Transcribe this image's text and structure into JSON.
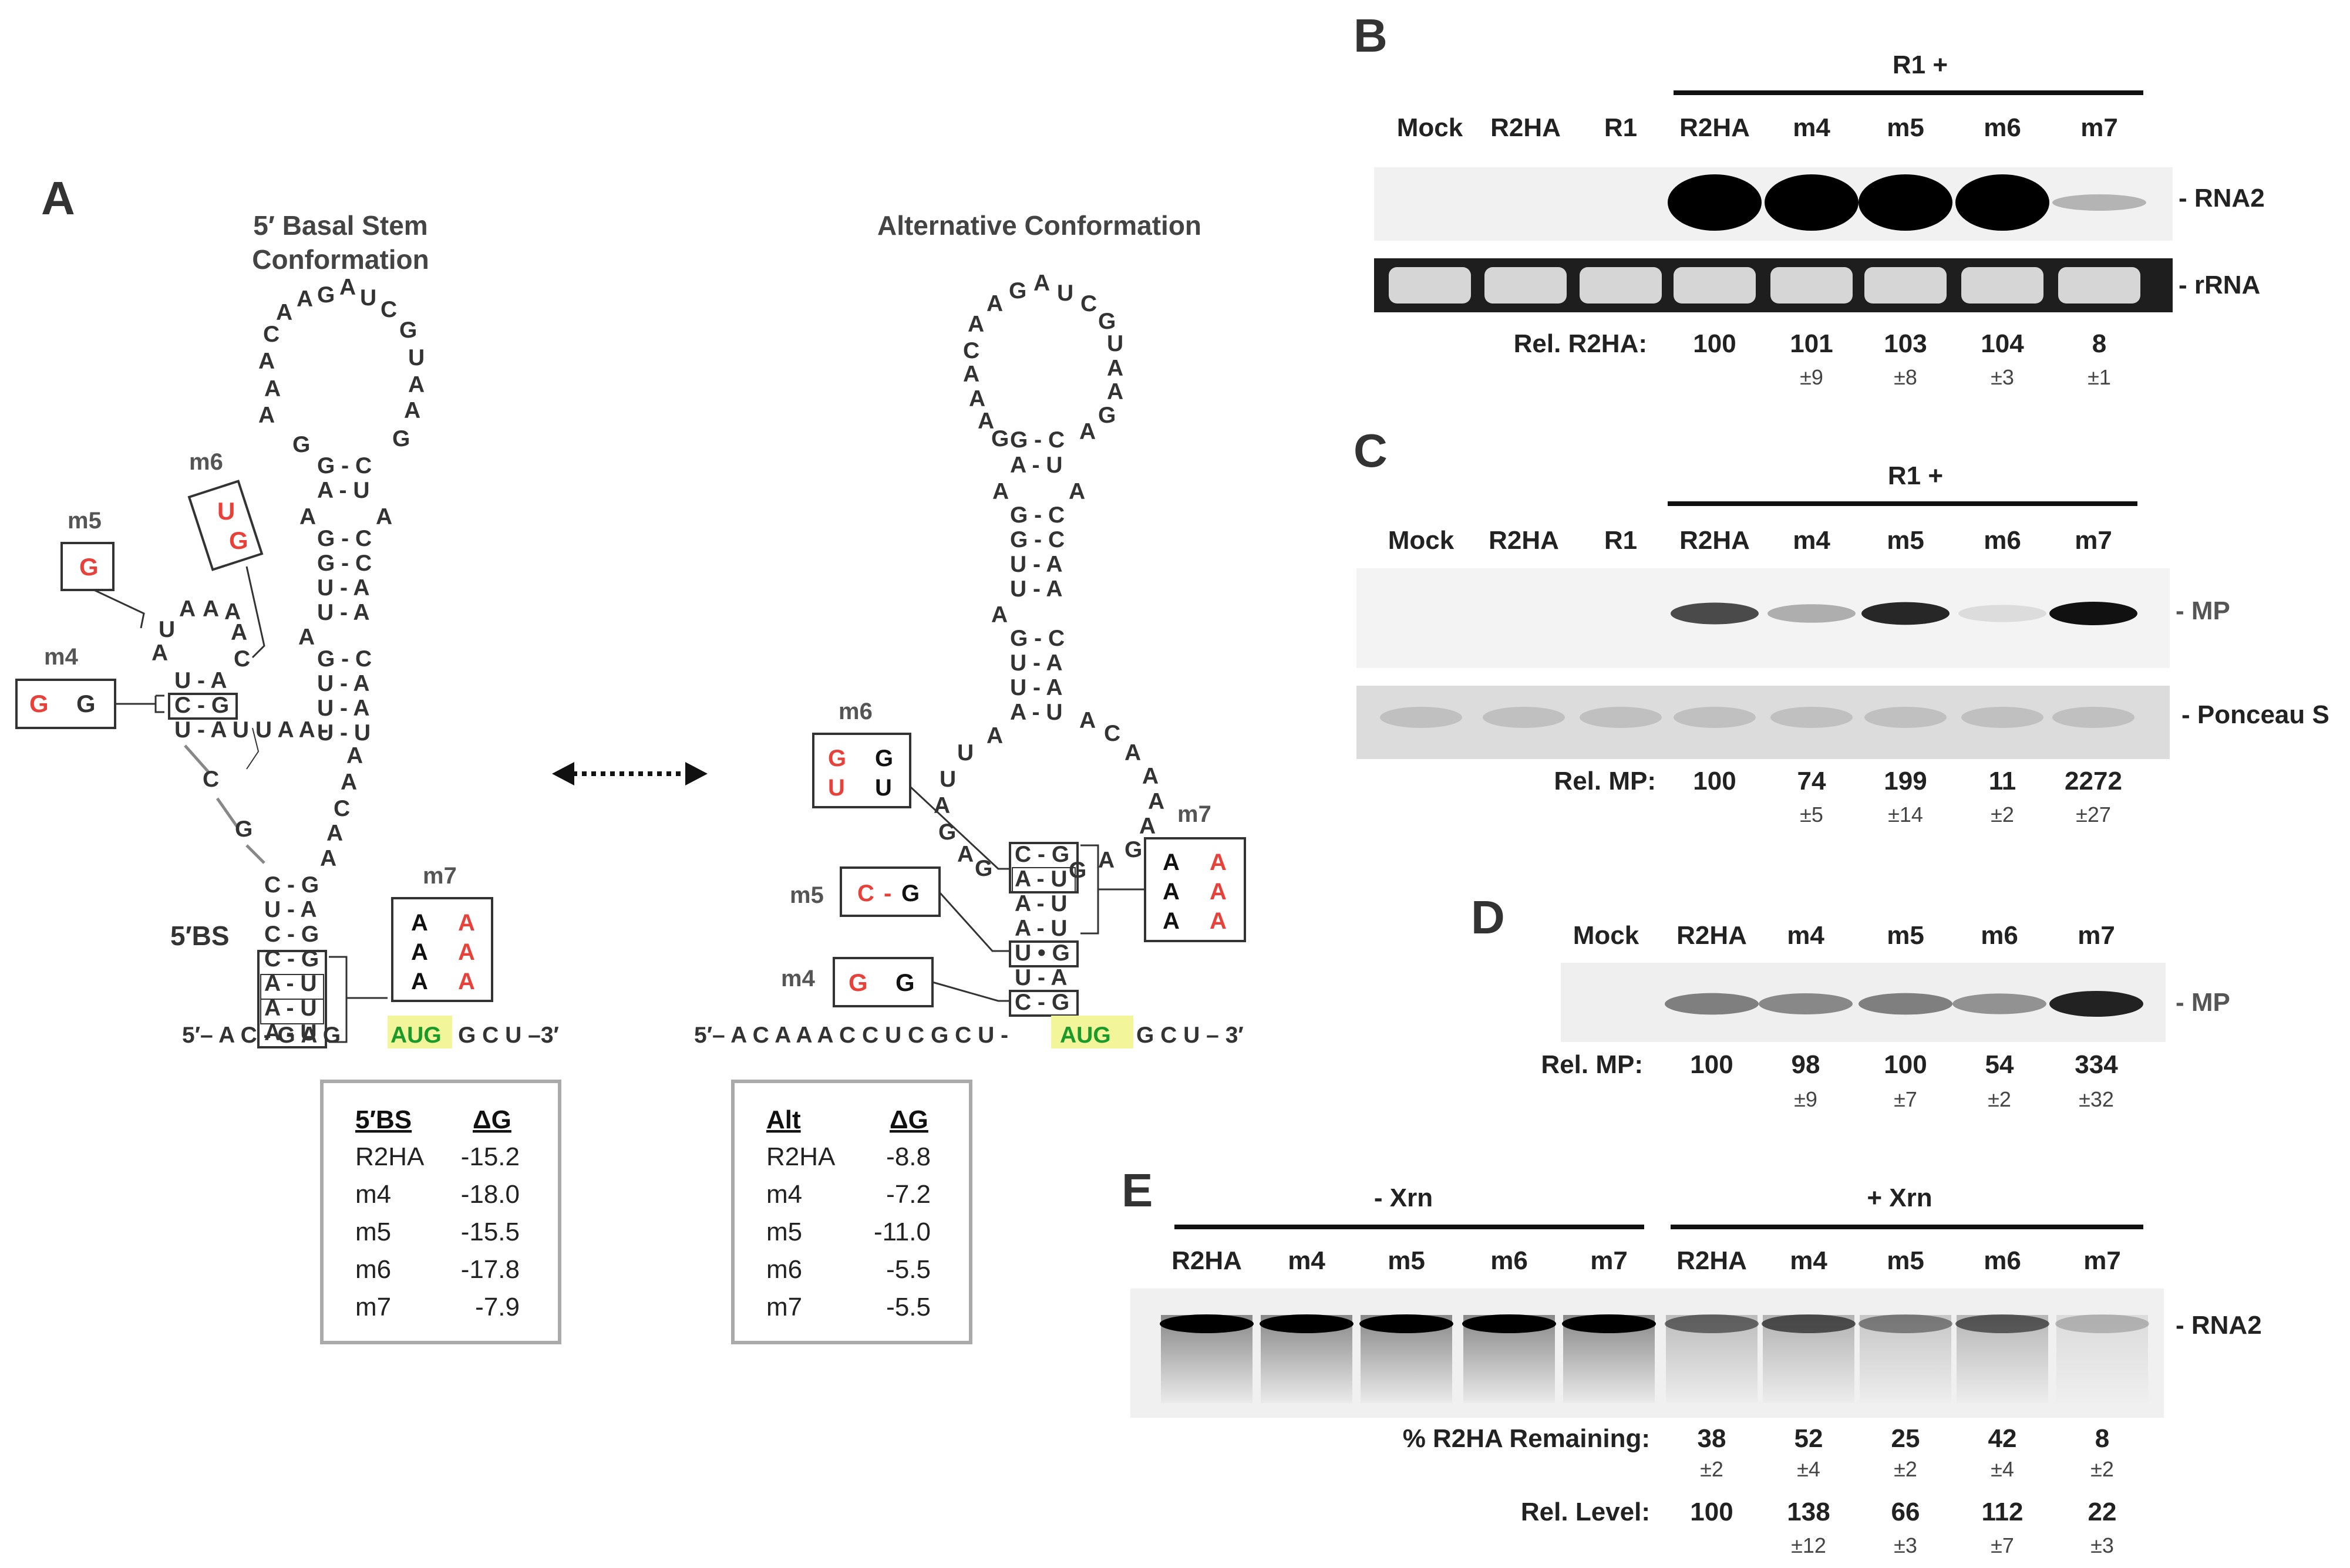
{
  "panelA": {
    "letter": "A",
    "basal": {
      "title1": "5′ Basal Stem",
      "title2": "Conformation",
      "label_5bs": "5′BS",
      "seq_line": "5′– A C - G A G",
      "aug": "AUG",
      "seq_tail": "G C U –3′",
      "table": {
        "h1": "5′BS",
        "h2": "ΔG",
        "rows": [
          [
            "R2HA",
            "-15.2"
          ],
          [
            "m4",
            "-18.0"
          ],
          [
            "m5",
            "-15.5"
          ],
          [
            "m6",
            "-17.8"
          ],
          [
            "m7",
            "-7.9"
          ]
        ]
      }
    },
    "alt": {
      "title": "Alternative Conformation",
      "seq_line": "5′– A C A A A C C U C G C U -",
      "aug": "AUG",
      "seq_tail": "G C U – 3′",
      "table": {
        "h1": "Alt",
        "h2": "ΔG",
        "rows": [
          [
            "R2HA",
            "-8.8"
          ],
          [
            "m4",
            "-7.2"
          ],
          [
            "m5",
            "-11.0"
          ],
          [
            "m6",
            "-5.5"
          ],
          [
            "m7",
            "-5.5"
          ]
        ]
      }
    },
    "mutants": {
      "m4": "m4",
      "m5": "m5",
      "m6": "m6",
      "m7": "m7",
      "m4_nt": [
        "G",
        "G"
      ],
      "m5_nt": [
        "G"
      ],
      "m6_nt": [
        "U",
        "G"
      ],
      "m7_nt": [
        "A",
        "A",
        "A",
        "A",
        "A",
        "A"
      ],
      "alt_m5_nt": [
        "C",
        "-",
        "G"
      ],
      "alt_m6_nt": [
        "G",
        "G",
        "U",
        "U"
      ]
    }
  },
  "panelB": {
    "letter": "B",
    "group": "R1 +",
    "lanes": [
      "Mock",
      "R2HA",
      "R1",
      "R2HA",
      "m4",
      "m5",
      "m6",
      "m7"
    ],
    "band1": "- RNA2",
    "band2": "- rRNA",
    "rel_label": "Rel. R2HA:",
    "rel": [
      "100",
      "101",
      "103",
      "104",
      "8"
    ],
    "sd": [
      "±9",
      "±8",
      "±3",
      "±1"
    ]
  },
  "panelC": {
    "letter": "C",
    "group": "R1 +",
    "lanes": [
      "Mock",
      "R2HA",
      "R1",
      "R2HA",
      "m4",
      "m5",
      "m6",
      "m7"
    ],
    "band1": "- MP",
    "band2": "- Ponceau S",
    "rel_label": "Rel. MP:",
    "rel": [
      "100",
      "74",
      "199",
      "11",
      "2272"
    ],
    "sd": [
      "±5",
      "±14",
      "±2",
      "±27"
    ]
  },
  "panelD": {
    "letter": "D",
    "lanes": [
      "Mock",
      "R2HA",
      "m4",
      "m5",
      "m6",
      "m7"
    ],
    "band1": "- MP",
    "rel_label": "Rel. MP:",
    "rel": [
      "100",
      "98",
      "100",
      "54",
      "334"
    ],
    "sd": [
      "±9",
      "±7",
      "±2",
      "±32"
    ]
  },
  "panelE": {
    "letter": "E",
    "group_minus": "- Xrn",
    "group_plus": "+ Xrn",
    "lanes": [
      "R2HA",
      "m4",
      "m5",
      "m6",
      "m7",
      "R2HA",
      "m4",
      "m5",
      "m6",
      "m7"
    ],
    "band1": "- RNA2",
    "remain_label": "% R2HA Remaining:",
    "remain": [
      "38",
      "52",
      "25",
      "42",
      "8"
    ],
    "remain_sd": [
      "±2",
      "±4",
      "±2",
      "±4",
      "±2"
    ],
    "rel_label": "Rel. Level:",
    "rel": [
      "100",
      "138",
      "66",
      "112",
      "22"
    ],
    "rel_sd": [
      "±12",
      "±3",
      "±7",
      "±3"
    ]
  },
  "colors": {
    "mutation_red": "#e8413a",
    "aug_green": "#1a9a2a",
    "aug_highlight": "#f3f59a"
  }
}
